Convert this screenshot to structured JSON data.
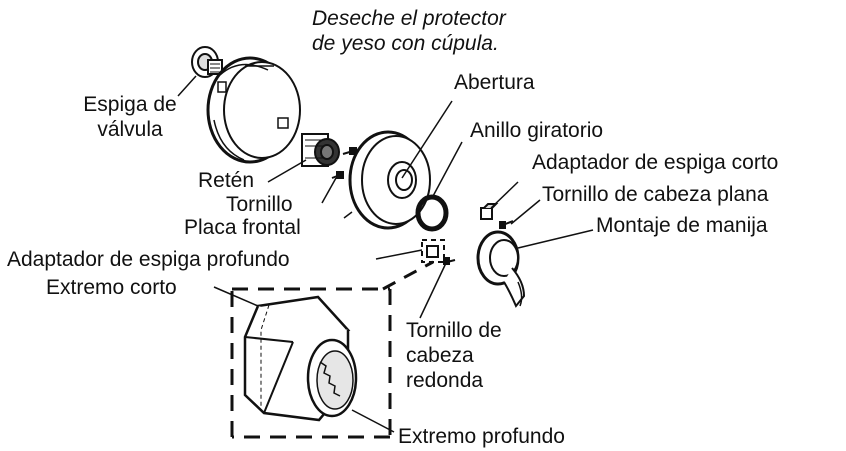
{
  "labels": {
    "plaster_guard_note": [
      "Deseche el protector",
      "de yeso con cúpula."
    ],
    "valve_stem": [
      "Espiga de",
      "válvula"
    ],
    "opening": "Abertura",
    "swivel_ring": "Anillo giratorio",
    "short_stem_adapter": "Adaptador de espiga corto",
    "retainer": "Retén",
    "screw": "Tornillo",
    "flat_head_screw": "Tornillo de cabeza plana",
    "faceplate": "Placa frontal",
    "handle_assembly": "Montaje de manija",
    "deep_stem_adapter": "Adaptador de espiga profundo",
    "short_end": "Extremo corto",
    "round_head_screw": [
      "Tornillo de",
      "cabeza",
      "redonda"
    ],
    "deep_end": "Extremo profundo"
  },
  "colors": {
    "line": "#111111",
    "fill": "#ffffff",
    "shade": "#cccccc"
  }
}
